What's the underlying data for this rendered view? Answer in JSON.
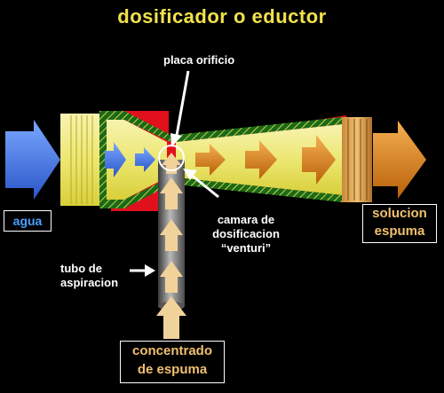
{
  "title": "dosificador o eductor",
  "labels": {
    "plate": "placa orificio",
    "water": "agua",
    "chamber_line1": "camara  de",
    "chamber_line2": "dosificacion",
    "chamber_line3": "“venturi”",
    "suction_line1": "tubo  de",
    "suction_line2": "aspiracion",
    "solution_line1": "solucion",
    "solution_line2": "espuma",
    "concentrate_line1": "concentrado",
    "concentrate_line2": "de  espuma"
  },
  "colors": {
    "title": "#f2e24c",
    "water": "#4a7fe8",
    "solution": "#e0861c",
    "concentrate": "#f0d29a",
    "body_yellow": "#f0ec8a",
    "hatch_green": "#1f7a1f",
    "red_region": "#e0101c",
    "tube_gray": "#7a7a7a"
  }
}
